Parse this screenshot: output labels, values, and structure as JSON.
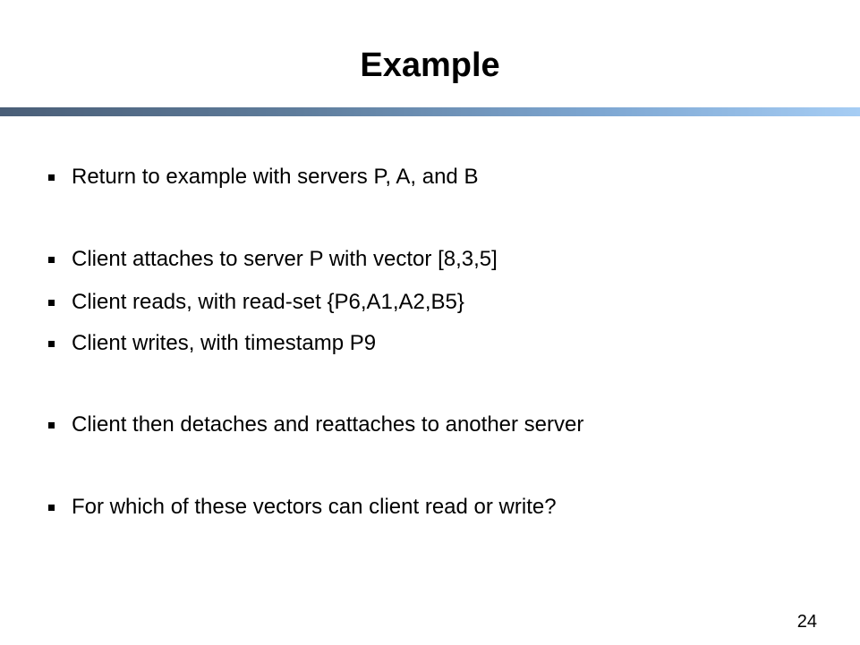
{
  "slide": {
    "title": "Example",
    "page_number": "24"
  },
  "bullets": [
    "Return to example with servers P, A, and B",
    "Client attaches to server P with vector [8,3,5]",
    "Client reads, with read-set {P6,A1,A2,B5}",
    "Client writes, with timestamp P9",
    "Client then detaches and reattaches to another server",
    "For which of these vectors can client read or write?"
  ],
  "colors": {
    "title_rule_start": "#4a5e77",
    "title_rule_end": "#a6cdf4",
    "text": "#000000",
    "background": "#ffffff"
  }
}
